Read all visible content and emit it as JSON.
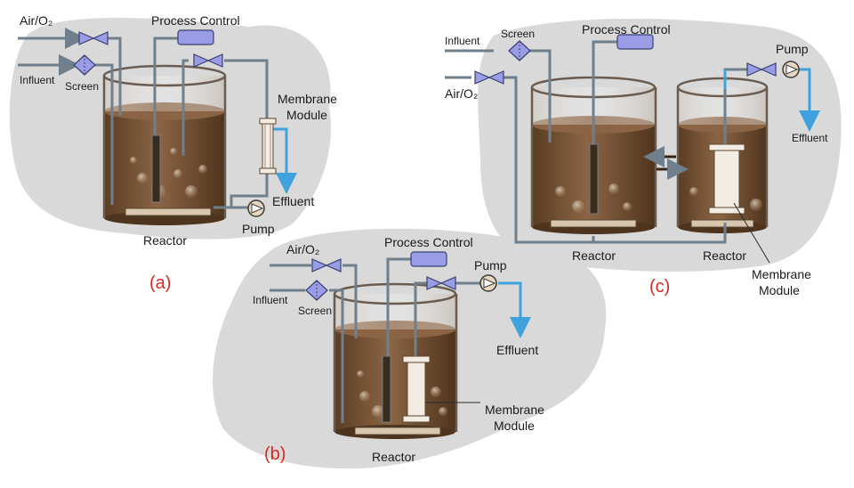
{
  "colors": {
    "blob": "#d9d9d9",
    "pipe": "#6f7f8c",
    "effluent": "#3fa2dc",
    "sludge": "#6b4a2d",
    "sludge_top": "#8a6444",
    "tank_glass": "#a39484",
    "valve": "#9a9de6",
    "control_box": "#9a9de6",
    "membrane": "#f2ece2",
    "panel_label": "#d42a20"
  },
  "panel_a": {
    "air_label": "Air/O₂",
    "influent_label": "Influent",
    "screen_label": "Screen",
    "process_control_label": "Process Control",
    "membrane_label_line1": "Membrane",
    "membrane_label_line2": "Module",
    "effluent_label": "Effluent",
    "pump_label": "Pump",
    "reactor_label": "Reactor",
    "panel_label": "(a)"
  },
  "panel_b": {
    "air_label": "Air/O₂",
    "influent_label": "Influent",
    "screen_label": "Screen",
    "process_control_label": "Process Control",
    "pump_label": "Pump",
    "effluent_label": "Effluent",
    "membrane_label_line1": "Membrane",
    "membrane_label_line2": "Module",
    "reactor_label": "Reactor",
    "panel_label": "(b)"
  },
  "panel_c": {
    "influent_label": "Influent",
    "screen_label": "Screen",
    "air_label": "Air/O₂",
    "process_control_label": "Process Control",
    "pump_label": "Pump",
    "effluent_label": "Effluent",
    "reactor1_label": "Reactor",
    "reactor2_label": "Reactor",
    "membrane_label_line1": "Membrane",
    "membrane_label_line2": "Module",
    "panel_label": "(c)"
  }
}
